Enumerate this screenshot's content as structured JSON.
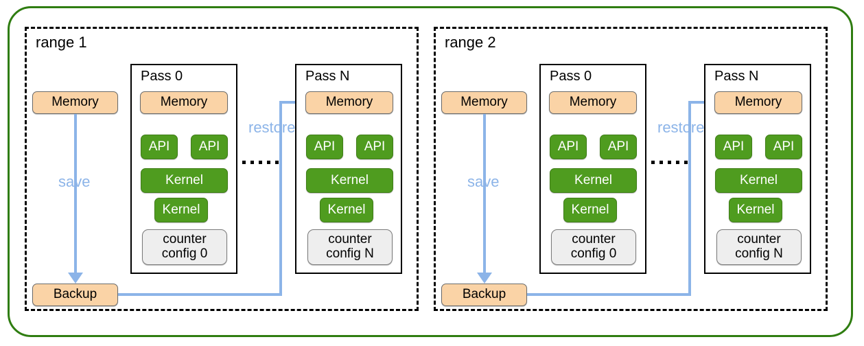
{
  "diagram": {
    "title": "Multi-pass profiling range replay diagram",
    "colors": {
      "outer_frame_border": "#2f7d11",
      "range_border": "#000000",
      "memory_fill": "#fad3a6",
      "green_fill": "#4f9c1f",
      "counter_fill": "#eeeeee",
      "wire": "#8cb4e8"
    }
  },
  "ranges": [
    {
      "id": "range-1",
      "label": "range 1",
      "memory_label": "Memory",
      "backup_label": "Backup",
      "save_label": "save",
      "restore_label": "restore",
      "passes": [
        {
          "id": "pass-0",
          "title": "Pass 0",
          "memory_label": "Memory",
          "api_labels": [
            "API",
            "API"
          ],
          "kernel_labels": [
            "Kernel",
            "Kernel"
          ],
          "counter_label": "counter\nconfig 0"
        },
        {
          "id": "pass-n",
          "title": "Pass N",
          "memory_label": "Memory",
          "api_labels": [
            "API",
            "API"
          ],
          "kernel_labels": [
            "Kernel",
            "Kernel"
          ],
          "counter_label": "counter\nconfig N"
        }
      ]
    },
    {
      "id": "range-2",
      "label": "range 2",
      "memory_label": "Memory",
      "backup_label": "Backup",
      "save_label": "save",
      "restore_label": "restore",
      "passes": [
        {
          "id": "pass-0",
          "title": "Pass 0",
          "memory_label": "Memory",
          "api_labels": [
            "API",
            "API"
          ],
          "kernel_labels": [
            "Kernel",
            "Kernel"
          ],
          "counter_label": "counter\nconfig 0"
        },
        {
          "id": "pass-n",
          "title": "Pass N",
          "memory_label": "Memory",
          "api_labels": [
            "API",
            "API"
          ],
          "kernel_labels": [
            "Kernel",
            "Kernel"
          ],
          "counter_label": "counter\nconfig N"
        }
      ]
    }
  ]
}
